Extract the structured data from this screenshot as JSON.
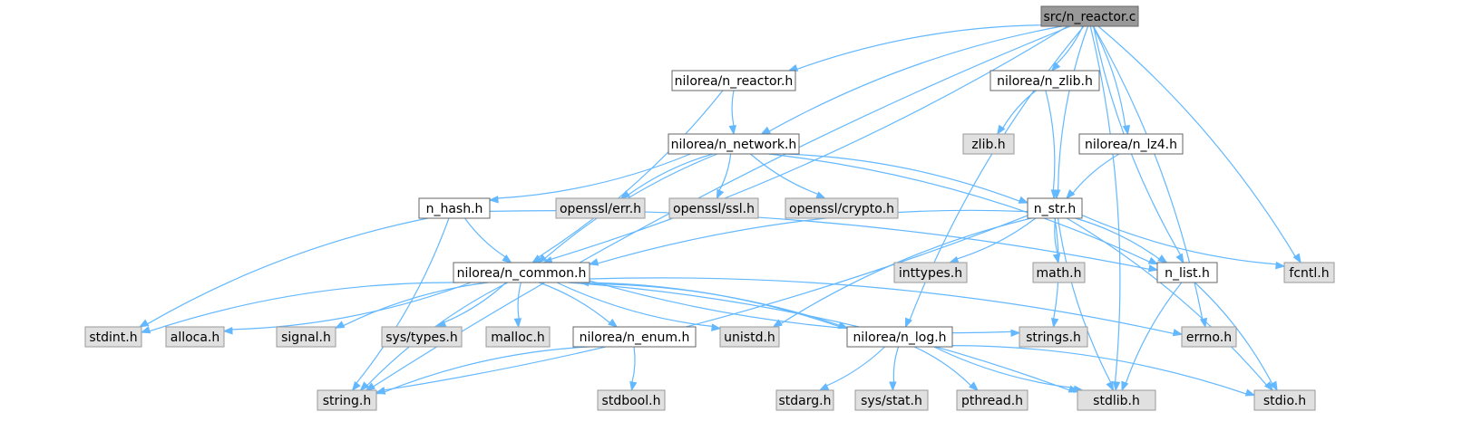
{
  "graph": {
    "colors": {
      "edge": "#63b8ff",
      "root_fill": "#999999",
      "project_fill": "#ffffff",
      "external_fill": "#e0e0e0",
      "node_stroke_dark": "#666666",
      "node_stroke_light": "#999999",
      "text": "#000000"
    },
    "nodes": [
      {
        "id": "root",
        "label": "src/n_reactor.c",
        "kind": "root"
      },
      {
        "id": "n_reactor_h",
        "label": "nilorea/n_reactor.h",
        "kind": "project"
      },
      {
        "id": "n_zlib_h",
        "label": "nilorea/n_zlib.h",
        "kind": "project"
      },
      {
        "id": "zlib_h",
        "label": "zlib.h",
        "kind": "external"
      },
      {
        "id": "n_network_h",
        "label": "nilorea/n_network.h",
        "kind": "project"
      },
      {
        "id": "n_lz4_h",
        "label": "nilorea/n_lz4.h",
        "kind": "project"
      },
      {
        "id": "n_hash_h",
        "label": "n_hash.h",
        "kind": "project"
      },
      {
        "id": "openssl_err_h",
        "label": "openssl/err.h",
        "kind": "external"
      },
      {
        "id": "openssl_ssl_h",
        "label": "openssl/ssl.h",
        "kind": "external"
      },
      {
        "id": "openssl_crypto_h",
        "label": "openssl/crypto.h",
        "kind": "external"
      },
      {
        "id": "n_str_h",
        "label": "n_str.h",
        "kind": "project"
      },
      {
        "id": "n_common_h",
        "label": "nilorea/n_common.h",
        "kind": "project"
      },
      {
        "id": "inttypes_h",
        "label": "inttypes.h",
        "kind": "external"
      },
      {
        "id": "math_h",
        "label": "math.h",
        "kind": "external"
      },
      {
        "id": "n_list_h",
        "label": "n_list.h",
        "kind": "project"
      },
      {
        "id": "fcntl_h",
        "label": "fcntl.h",
        "kind": "external"
      },
      {
        "id": "stdint_h",
        "label": "stdint.h",
        "kind": "external"
      },
      {
        "id": "alloca_h",
        "label": "alloca.h",
        "kind": "external"
      },
      {
        "id": "signal_h",
        "label": "signal.h",
        "kind": "external"
      },
      {
        "id": "sys_types_h",
        "label": "sys/types.h",
        "kind": "external"
      },
      {
        "id": "malloc_h",
        "label": "malloc.h",
        "kind": "external"
      },
      {
        "id": "n_enum_h",
        "label": "nilorea/n_enum.h",
        "kind": "project"
      },
      {
        "id": "unistd_h",
        "label": "unistd.h",
        "kind": "external"
      },
      {
        "id": "n_log_h",
        "label": "nilorea/n_log.h",
        "kind": "project"
      },
      {
        "id": "strings_h",
        "label": "strings.h",
        "kind": "external"
      },
      {
        "id": "errno_h",
        "label": "errno.h",
        "kind": "external"
      },
      {
        "id": "string_h",
        "label": "string.h",
        "kind": "external"
      },
      {
        "id": "stdbool_h",
        "label": "stdbool.h",
        "kind": "external"
      },
      {
        "id": "stdarg_h",
        "label": "stdarg.h",
        "kind": "external"
      },
      {
        "id": "sys_stat_h",
        "label": "sys/stat.h",
        "kind": "external"
      },
      {
        "id": "pthread_h",
        "label": "pthread.h",
        "kind": "external"
      },
      {
        "id": "stdlib_h",
        "label": "stdlib.h",
        "kind": "external"
      },
      {
        "id": "stdio_h",
        "label": "stdio.h",
        "kind": "external"
      }
    ],
    "edges": [
      [
        "root",
        "n_reactor_h"
      ],
      [
        "root",
        "n_zlib_h"
      ],
      [
        "root",
        "n_network_h"
      ],
      [
        "root",
        "n_lz4_h"
      ],
      [
        "root",
        "n_str_h"
      ],
      [
        "root",
        "n_common_h"
      ],
      [
        "root",
        "n_list_h"
      ],
      [
        "root",
        "fcntl_h"
      ],
      [
        "root",
        "n_log_h"
      ],
      [
        "root",
        "errno_h"
      ],
      [
        "root",
        "string_h"
      ],
      [
        "root",
        "stdlib_h"
      ],
      [
        "n_reactor_h",
        "n_network_h"
      ],
      [
        "n_reactor_h",
        "n_common_h"
      ],
      [
        "n_zlib_h",
        "zlib_h"
      ],
      [
        "n_zlib_h",
        "n_str_h"
      ],
      [
        "n_lz4_h",
        "n_str_h"
      ],
      [
        "n_network_h",
        "n_hash_h"
      ],
      [
        "n_network_h",
        "openssl_err_h"
      ],
      [
        "n_network_h",
        "openssl_ssl_h"
      ],
      [
        "n_network_h",
        "openssl_crypto_h"
      ],
      [
        "n_network_h",
        "n_str_h"
      ],
      [
        "n_network_h",
        "n_common_h"
      ],
      [
        "n_network_h",
        "n_list_h"
      ],
      [
        "n_hash_h",
        "n_common_h"
      ],
      [
        "n_hash_h",
        "n_list_h"
      ],
      [
        "n_hash_h",
        "stdint_h"
      ],
      [
        "n_hash_h",
        "string_h"
      ],
      [
        "n_str_h",
        "n_common_h"
      ],
      [
        "n_str_h",
        "inttypes_h"
      ],
      [
        "n_str_h",
        "math_h"
      ],
      [
        "n_str_h",
        "n_list_h"
      ],
      [
        "n_str_h",
        "fcntl_h"
      ],
      [
        "n_str_h",
        "strings_h"
      ],
      [
        "n_str_h",
        "unistd_h"
      ],
      [
        "n_str_h",
        "string_h"
      ],
      [
        "n_str_h",
        "stdlib_h"
      ],
      [
        "n_str_h",
        "stdio_h"
      ],
      [
        "n_common_h",
        "stdint_h"
      ],
      [
        "n_common_h",
        "alloca_h"
      ],
      [
        "n_common_h",
        "signal_h"
      ],
      [
        "n_common_h",
        "sys_types_h"
      ],
      [
        "n_common_h",
        "malloc_h"
      ],
      [
        "n_common_h",
        "n_enum_h"
      ],
      [
        "n_common_h",
        "unistd_h"
      ],
      [
        "n_common_h",
        "n_log_h"
      ],
      [
        "n_common_h",
        "strings_h"
      ],
      [
        "n_common_h",
        "errno_h"
      ],
      [
        "n_common_h",
        "string_h"
      ],
      [
        "n_common_h",
        "stdlib_h"
      ],
      [
        "n_log_h",
        "n_common_h"
      ],
      [
        "n_log_h",
        "stdarg_h"
      ],
      [
        "n_log_h",
        "sys_stat_h"
      ],
      [
        "n_log_h",
        "pthread_h"
      ],
      [
        "n_log_h",
        "stdlib_h"
      ],
      [
        "n_log_h",
        "stdio_h"
      ],
      [
        "n_enum_h",
        "string_h"
      ],
      [
        "n_enum_h",
        "stdbool_h"
      ],
      [
        "n_list_h",
        "stdlib_h"
      ],
      [
        "n_list_h",
        "stdio_h"
      ]
    ]
  }
}
